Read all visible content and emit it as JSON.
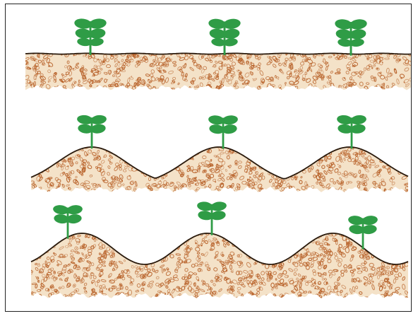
{
  "colors": {
    "soil_fill": "#f4e2c8",
    "soil_speck": "#b8622a",
    "soil_line": "#2a1a0c",
    "plant_green": "#2f9c46",
    "plant_dark": "#1f7a34",
    "frame": "#222222"
  },
  "panels": [
    {
      "method": "flat",
      "plants": 3
    },
    {
      "method": "ridges",
      "plants": 3
    },
    {
      "method": "furrows",
      "plants": 3
    }
  ]
}
